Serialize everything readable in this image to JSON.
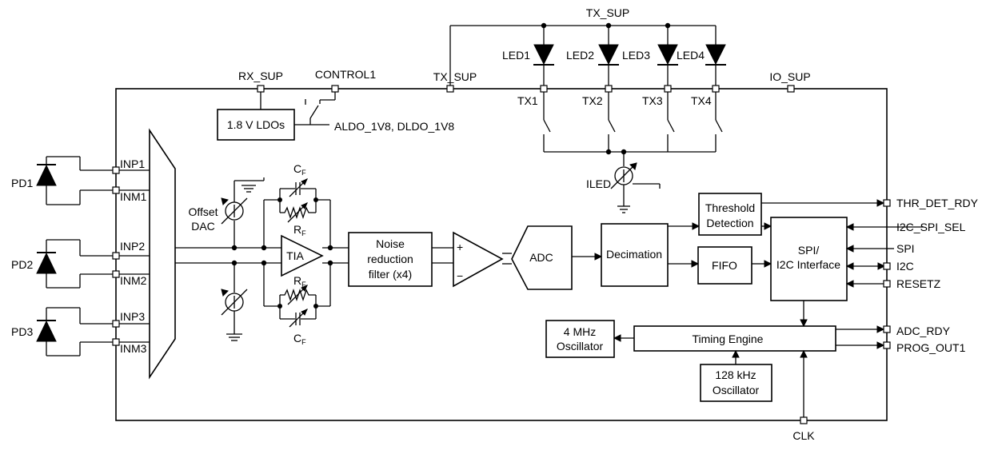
{
  "supplies": {
    "rx_sup": "RX_SUP",
    "control1": "CONTROL1",
    "tx_sup_top": "TX_SUP",
    "tx_sup": "TX_SUP",
    "io_sup": "IO_SUP"
  },
  "leds": [
    "LED1",
    "LED2",
    "LED3",
    "LED4"
  ],
  "tx_pins": [
    "TX1",
    "TX2",
    "TX3",
    "TX4"
  ],
  "iled": "ILED",
  "ldo": {
    "label": "1.8 V LDOs",
    "outputs": "ALDO_1V8, DLDO_1V8"
  },
  "photodiodes": [
    "PD1",
    "PD2",
    "PD3"
  ],
  "inputs": [
    "INP1",
    "INM1",
    "INP2",
    "INM2",
    "INP3",
    "INM3"
  ],
  "offset_dac": [
    "Offset",
    "DAC"
  ],
  "feedback": {
    "cf": "C",
    "cf_sub": "F",
    "rf": "R",
    "rf_sub": "F"
  },
  "blocks": {
    "tia": "TIA",
    "noise_filter": [
      "Noise",
      "reduction",
      "filter (x4)"
    ],
    "opamp_plus": "+",
    "opamp_minus": "−",
    "adc": "ADC",
    "decimation": "Decimation",
    "threshold": [
      "Threshold",
      "Detection"
    ],
    "fifo": "FIFO",
    "interface": [
      "SPI/",
      "I2C Interface"
    ],
    "osc4": [
      "4 MHz",
      "Oscillator"
    ],
    "timing": "Timing Engine",
    "osc128": [
      "128 kHz",
      "Oscillator"
    ]
  },
  "right_pins": [
    "THR_DET_RDY",
    "I2C_SPI_SEL",
    "SPI",
    "I2C",
    "RESETZ",
    "ADC_RDY",
    "PROG_OUT1"
  ],
  "clk": "CLK"
}
